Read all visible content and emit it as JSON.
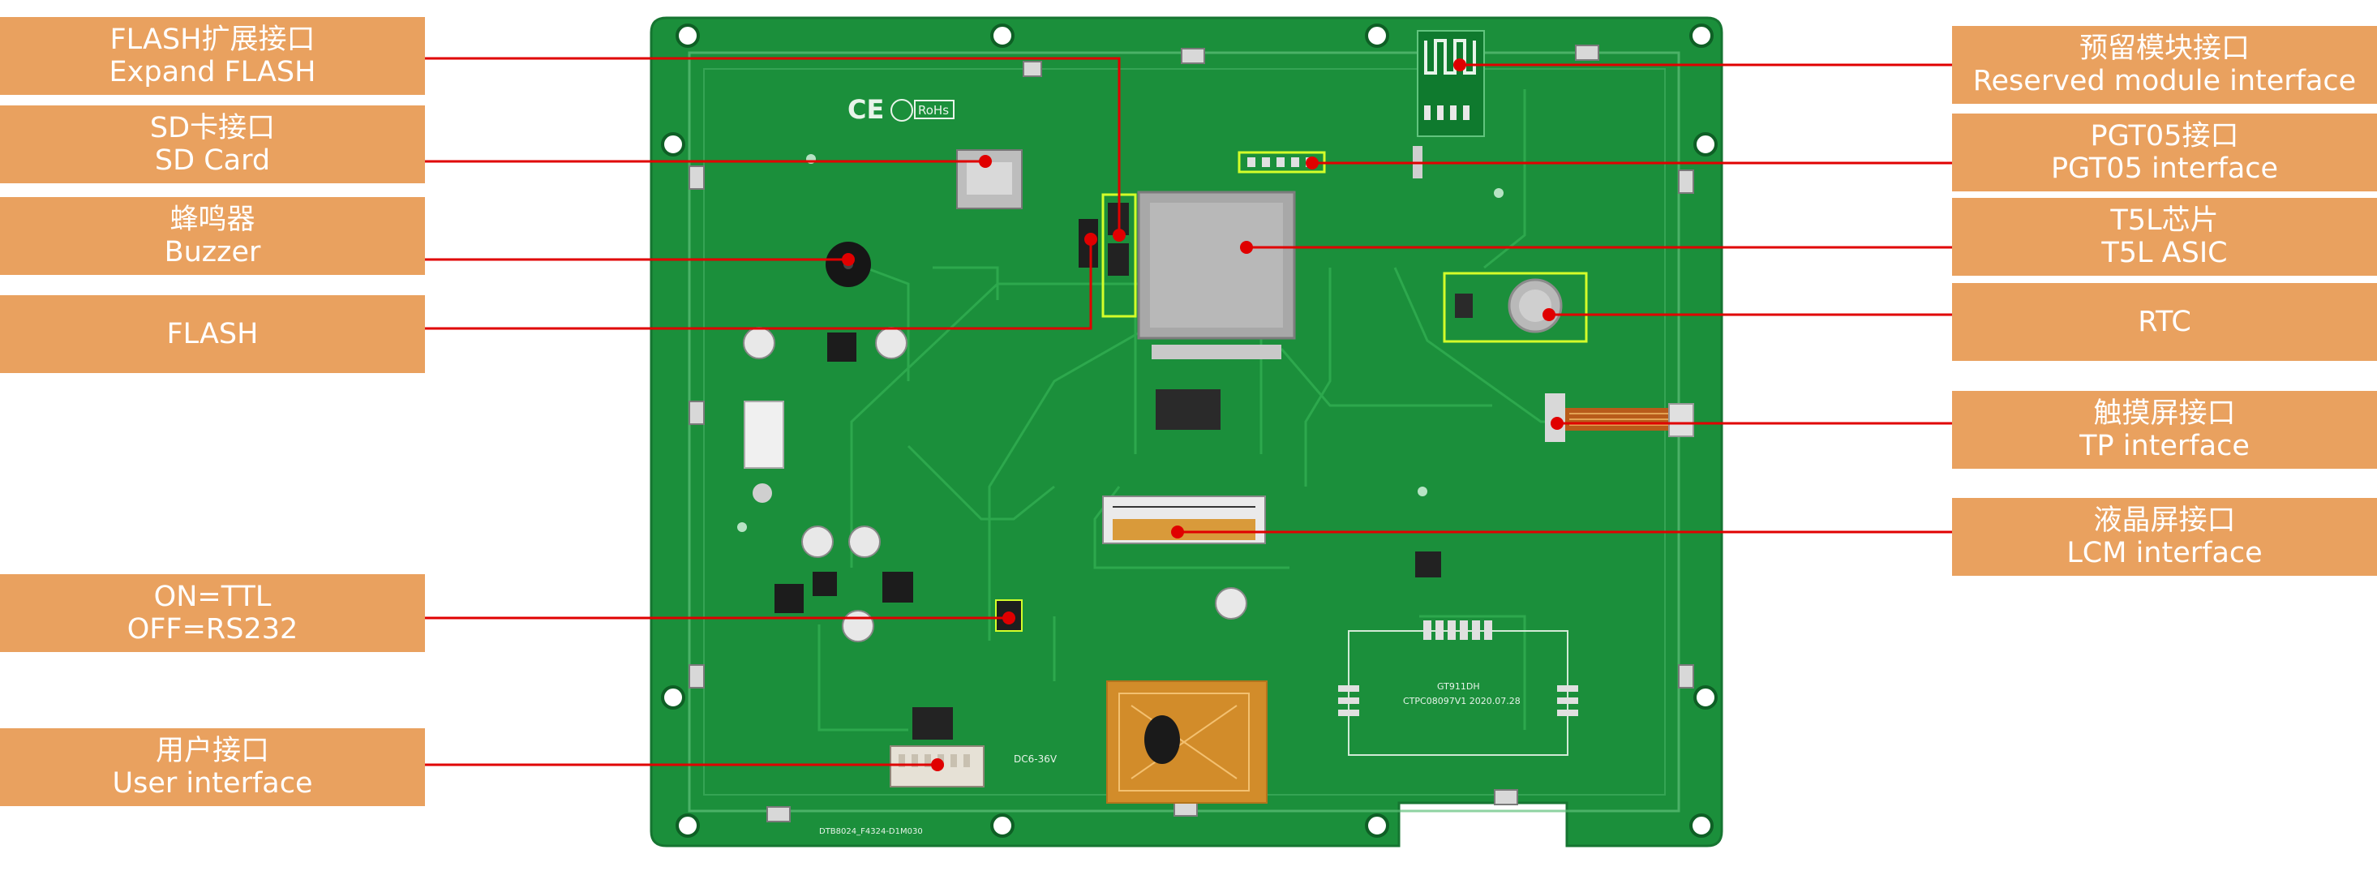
{
  "left_labels": [
    {
      "id": "flash-expand",
      "zh": "FLASH扩展接口",
      "en": "Expand FLASH"
    },
    {
      "id": "sd-card",
      "zh": "SD卡接口",
      "en": "SD Card"
    },
    {
      "id": "buzzer",
      "zh": "蜂鸣器",
      "en": "Buzzer"
    },
    {
      "id": "flash",
      "zh": "",
      "en": "FLASH"
    },
    {
      "id": "ttl-rs232",
      "zh": "ON=TTL",
      "en": "OFF=RS232"
    },
    {
      "id": "user-interface",
      "zh": "用户接口",
      "en": "User interface"
    }
  ],
  "right_labels": [
    {
      "id": "reserved-module",
      "zh": "预留模块接口",
      "en": "Reserved module interface"
    },
    {
      "id": "pgt05",
      "zh": "PGT05接口",
      "en": "PGT05 interface"
    },
    {
      "id": "t5l",
      "zh": "T5L芯片",
      "en": "T5L ASIC"
    },
    {
      "id": "rtc",
      "zh": "",
      "en": "RTC"
    },
    {
      "id": "tp",
      "zh": "触摸屏接口",
      "en": "TP interface"
    },
    {
      "id": "lcm",
      "zh": "液晶屏接口",
      "en": "LCM interface"
    }
  ],
  "board_marks": {
    "ce": "CE",
    "rohs": "RoHs",
    "power": "DC6-36V",
    "part": "GT911DH",
    "code": "CTPC08097V1 2020.07.28",
    "serial": "DTB8024_F4324-D1M030"
  },
  "colors": {
    "label_bg": "#e9a15f",
    "label_text": "#ffffff",
    "callout_line": "#e00000",
    "board": "#1a8f3a",
    "highlight": "#d4ff2a"
  }
}
